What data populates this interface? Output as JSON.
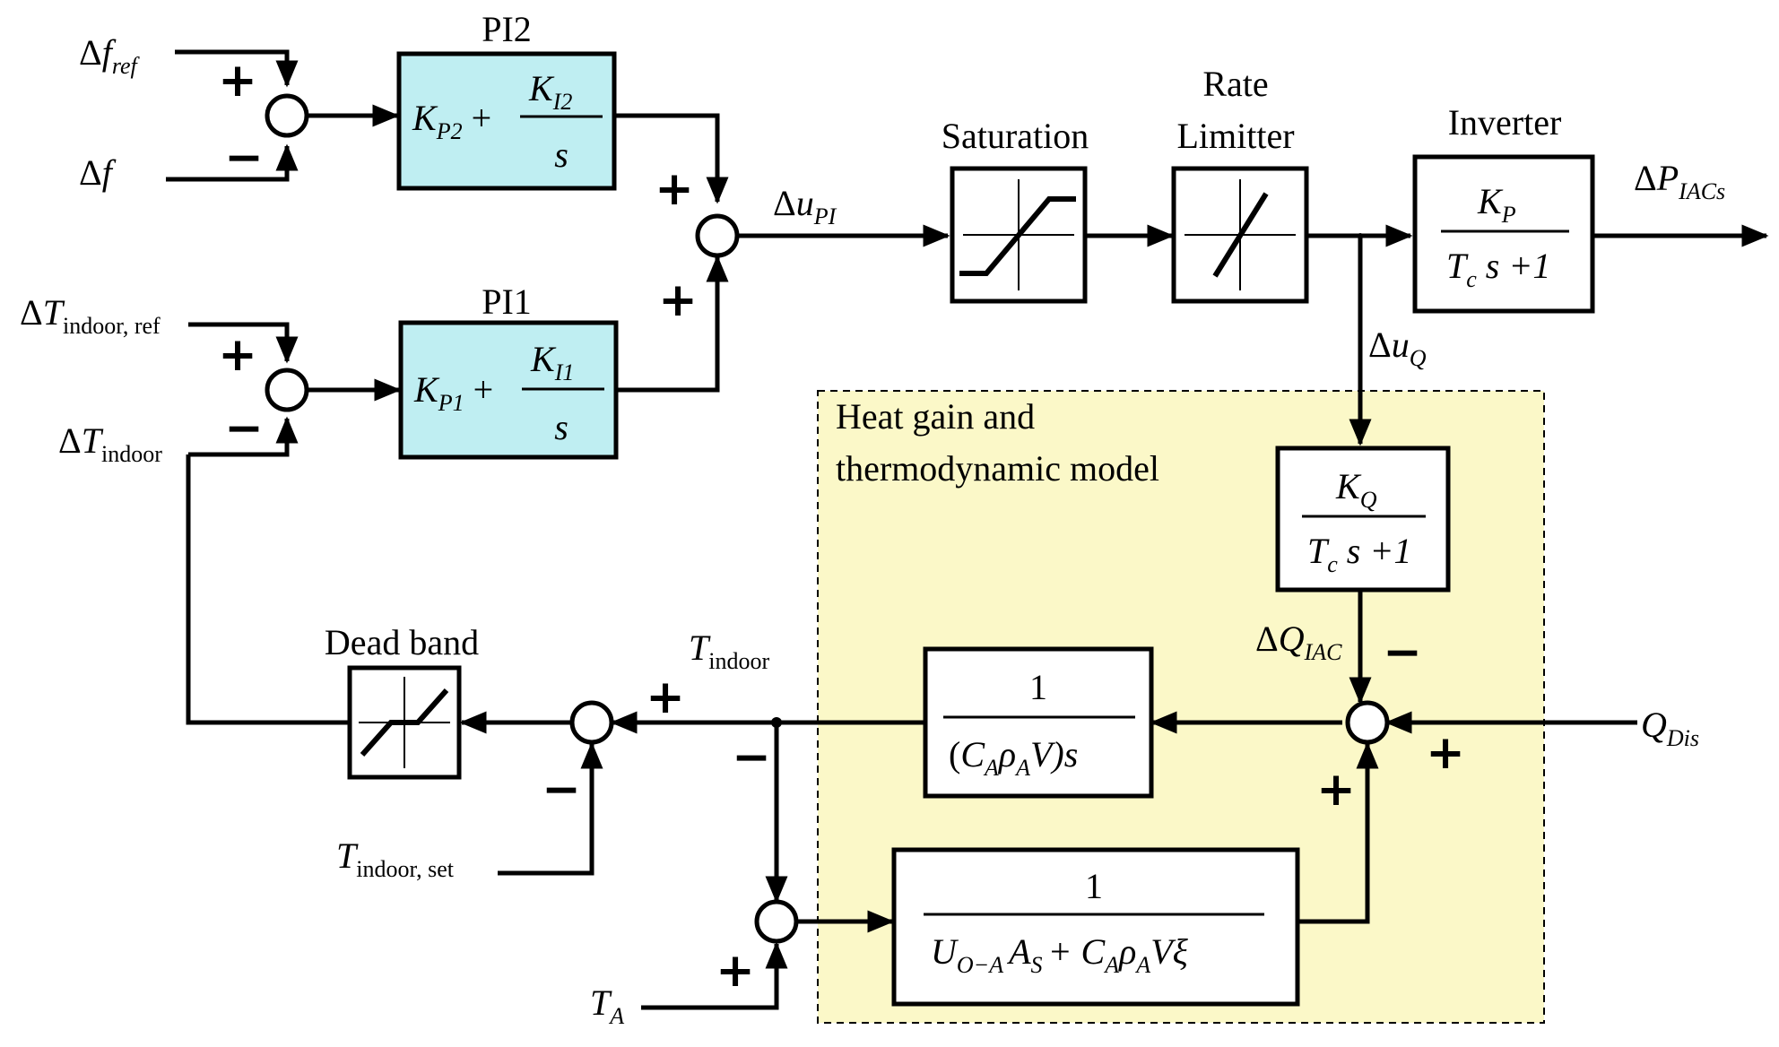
{
  "colors": {
    "pi_block_fill": "#bfeef2",
    "heat_region_fill": "#fbf8c8",
    "line": "#000000"
  },
  "blocks": {
    "pi2": {
      "title": "PI2",
      "kp": "K",
      "kp_sub": "P2",
      "ki": "K",
      "ki_sub": "I2",
      "s": "s"
    },
    "pi1": {
      "title": "PI1",
      "kp": "K",
      "kp_sub": "P1",
      "ki": "K",
      "ki_sub": "I1",
      "s": "s"
    },
    "saturation": {
      "title": "Saturation"
    },
    "rate_limiter": {
      "title_line1": "Rate",
      "title_line2": "Limitter"
    },
    "inverter": {
      "title": "Inverter",
      "num": "K",
      "num_sub": "P",
      "den_a": "T",
      "den_sub": "c",
      "den_b": "s +1"
    },
    "kq": {
      "num": "K",
      "num_sub": "Q",
      "den_a": "T",
      "den_sub": "c",
      "den_b": "s +1"
    },
    "thermal": {
      "num": "1",
      "den": "(C",
      "den_s1": "A",
      "den_rho": "ρ",
      "den_s2": "A",
      "den_tail": "V)s"
    },
    "loss": {
      "num": "1",
      "d1": "U",
      "d1_sub": "O−A",
      "d2": "A",
      "d2_sub": "S",
      "d3": "+ C",
      "d3_sub": "A",
      "d4": "ρ",
      "d4_sub": "A",
      "d5": "Vξ"
    },
    "dead_band": {
      "title": "Dead band"
    },
    "heat_region": {
      "title_line1": "Heat gain and",
      "title_line2": "thermodynamic model"
    }
  },
  "signals": {
    "df_ref": {
      "delta": "Δ",
      "main": "f",
      "sub": "ref"
    },
    "df": {
      "delta": "Δ",
      "main": "f"
    },
    "dT_ref": {
      "delta": "Δ",
      "main": "T",
      "sub": "indoor, ref"
    },
    "dT_indoor": {
      "delta": "Δ",
      "main": "T",
      "sub": "indoor"
    },
    "du_pi": {
      "delta": "Δ",
      "main": "u",
      "sub": "PI"
    },
    "dP_iacs": {
      "delta": "Δ",
      "main": "P",
      "sub": "IACs"
    },
    "du_q": {
      "delta": "Δ",
      "main": "u",
      "sub": "Q"
    },
    "dQ_iac": {
      "delta": "Δ",
      "main": "Q",
      "sub": "IAC"
    },
    "q_dis": {
      "main": "Q",
      "sub": "Dis"
    },
    "t_indoor": {
      "main": "T",
      "sub": "indoor"
    },
    "t_indoor_set": {
      "main": "T",
      "sub": "indoor, set"
    },
    "t_a": {
      "main": "T",
      "sub": "A"
    }
  },
  "signs": {
    "plus": "+",
    "minus": "−"
  }
}
